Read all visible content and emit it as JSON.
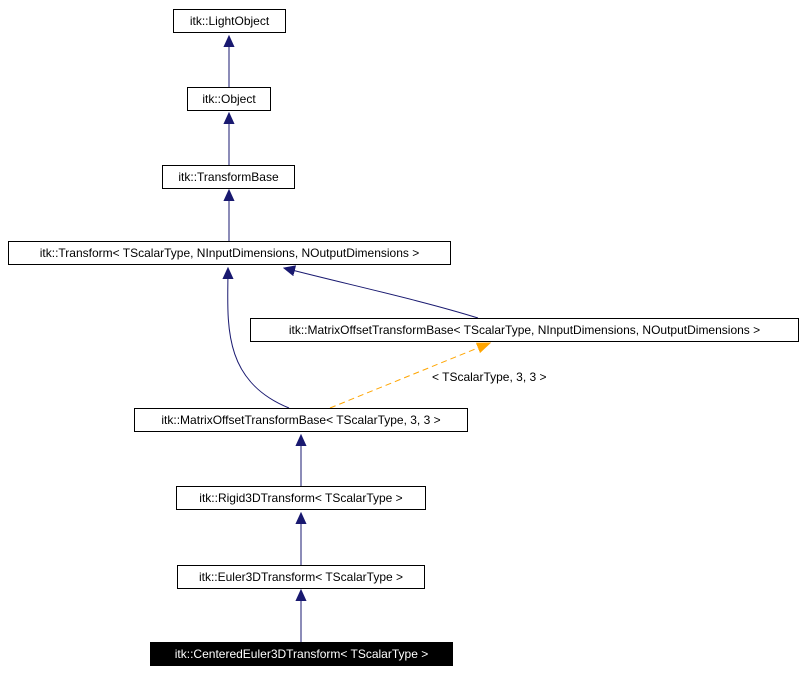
{
  "colors": {
    "inheritance_edge": "#191970",
    "template_edge": "#ffa500",
    "node_border": "#000000",
    "selected_node_bg": "#000000",
    "selected_node_fg": "#ffffff"
  },
  "nodes": {
    "light_object": "itk::LightObject",
    "object": "itk::Object",
    "transform_base": "itk::TransformBase",
    "transform": "itk::Transform< TScalarType, NInputDimensions, NOutputDimensions >",
    "matrix_offset_generic": "itk::MatrixOffsetTransformBase< TScalarType, NInputDimensions, NOutputDimensions >",
    "matrix_offset_3d": "itk::MatrixOffsetTransformBase< TScalarType, 3, 3 >",
    "rigid3d": "itk::Rigid3DTransform< TScalarType >",
    "euler3d": "itk::Euler3DTransform< TScalarType >",
    "centered_euler3d": "itk::CenteredEuler3DTransform< TScalarType >"
  },
  "edge_labels": {
    "template_instantiation": "< TScalarType, 3, 3 >"
  },
  "edges": [
    {
      "from": "object",
      "to": "light_object",
      "kind": "inheritance"
    },
    {
      "from": "transform_base",
      "to": "object",
      "kind": "inheritance"
    },
    {
      "from": "transform",
      "to": "transform_base",
      "kind": "inheritance"
    },
    {
      "from": "matrix_offset_generic",
      "to": "transform",
      "kind": "inheritance"
    },
    {
      "from": "matrix_offset_3d",
      "to": "transform",
      "kind": "inheritance"
    },
    {
      "from": "matrix_offset_3d",
      "to": "matrix_offset_generic",
      "kind": "template"
    },
    {
      "from": "rigid3d",
      "to": "matrix_offset_3d",
      "kind": "inheritance"
    },
    {
      "from": "euler3d",
      "to": "rigid3d",
      "kind": "inheritance"
    },
    {
      "from": "centered_euler3d",
      "to": "euler3d",
      "kind": "inheritance"
    }
  ]
}
